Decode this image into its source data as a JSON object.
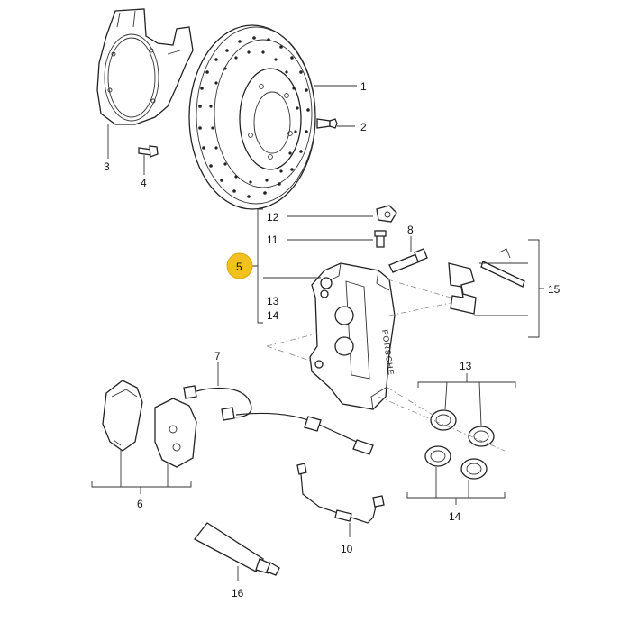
{
  "callouts": [
    {
      "id": "1",
      "label": "1"
    },
    {
      "id": "2",
      "label": "2"
    },
    {
      "id": "3",
      "label": "3"
    },
    {
      "id": "4",
      "label": "4"
    },
    {
      "id": "5",
      "label": "5"
    },
    {
      "id": "6",
      "label": "6"
    },
    {
      "id": "7",
      "label": "7"
    },
    {
      "id": "8",
      "label": "8"
    },
    {
      "id": "10",
      "label": "10"
    },
    {
      "id": "11",
      "label": "11"
    },
    {
      "id": "12",
      "label": "12"
    },
    {
      "id": "13a",
      "label": "13"
    },
    {
      "id": "13b",
      "label": "13"
    },
    {
      "id": "14a",
      "label": "14"
    },
    {
      "id": "14b",
      "label": "14"
    },
    {
      "id": "15",
      "label": "15"
    },
    {
      "id": "16",
      "label": "16"
    }
  ],
  "caliper_brand": "PORSCHE",
  "highlight": {
    "label": "5",
    "color": "#f2c11c"
  }
}
